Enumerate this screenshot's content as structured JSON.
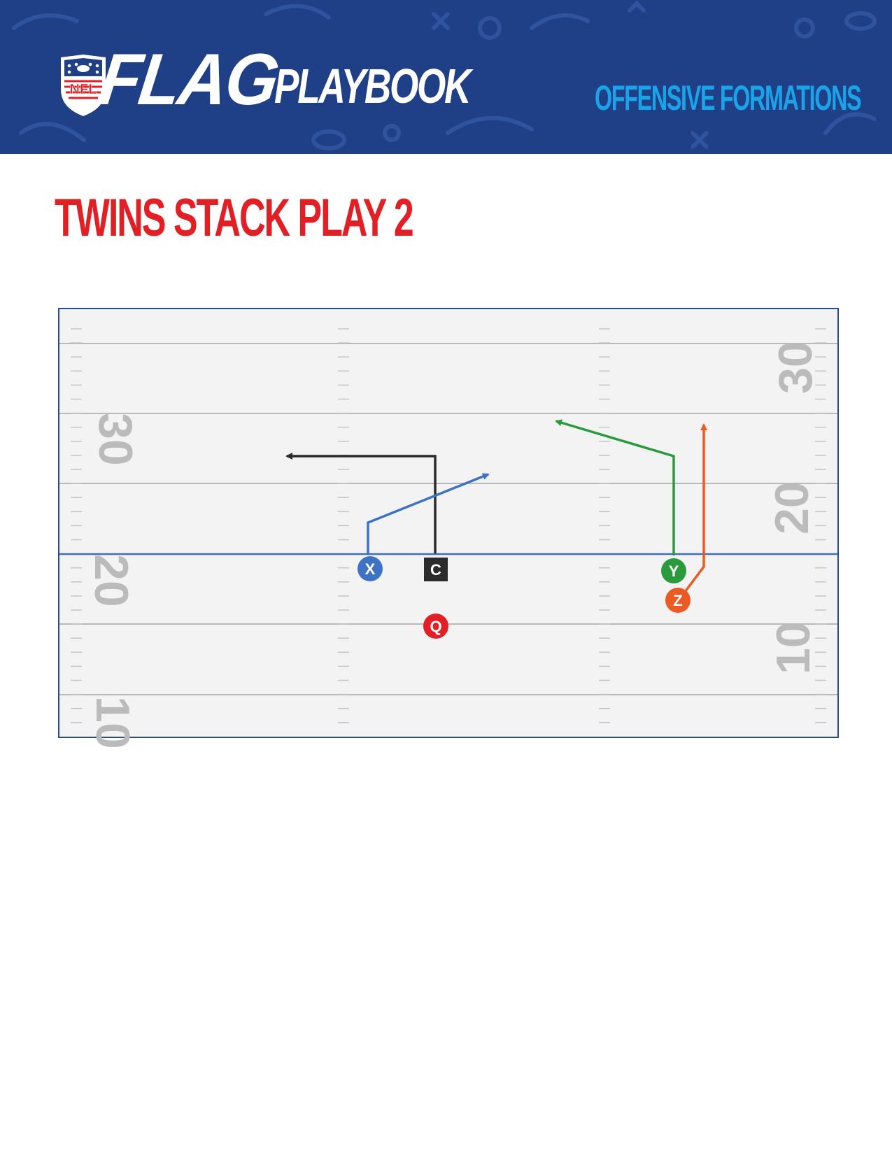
{
  "header": {
    "shield_text": "NFL",
    "flag_word": "FLAG",
    "playbook_word": "PLAYBOOK",
    "section": "OFFENSIVE FORMATIONS",
    "background_color": "#1f3f86",
    "accent_color": "#1aa3e8"
  },
  "play": {
    "title": "TWINS STACK PLAY 2",
    "title_color": "#e31f26"
  },
  "field": {
    "yard_numbers": {
      "top": "30",
      "middle": "20",
      "bottom": "10"
    },
    "line_of_scrimmage_color": "#3d6fc0"
  },
  "players": {
    "x": {
      "label": "X",
      "color": "#3d72c4",
      "route": "slant"
    },
    "c": {
      "label": "C",
      "color": "#2b2b2b",
      "route": "out"
    },
    "q": {
      "label": "Q",
      "color": "#e31f26"
    },
    "y": {
      "label": "Y",
      "color": "#2a9a3c",
      "route": "post"
    },
    "z": {
      "label": "Z",
      "color": "#ec5a24",
      "route": "go"
    }
  }
}
